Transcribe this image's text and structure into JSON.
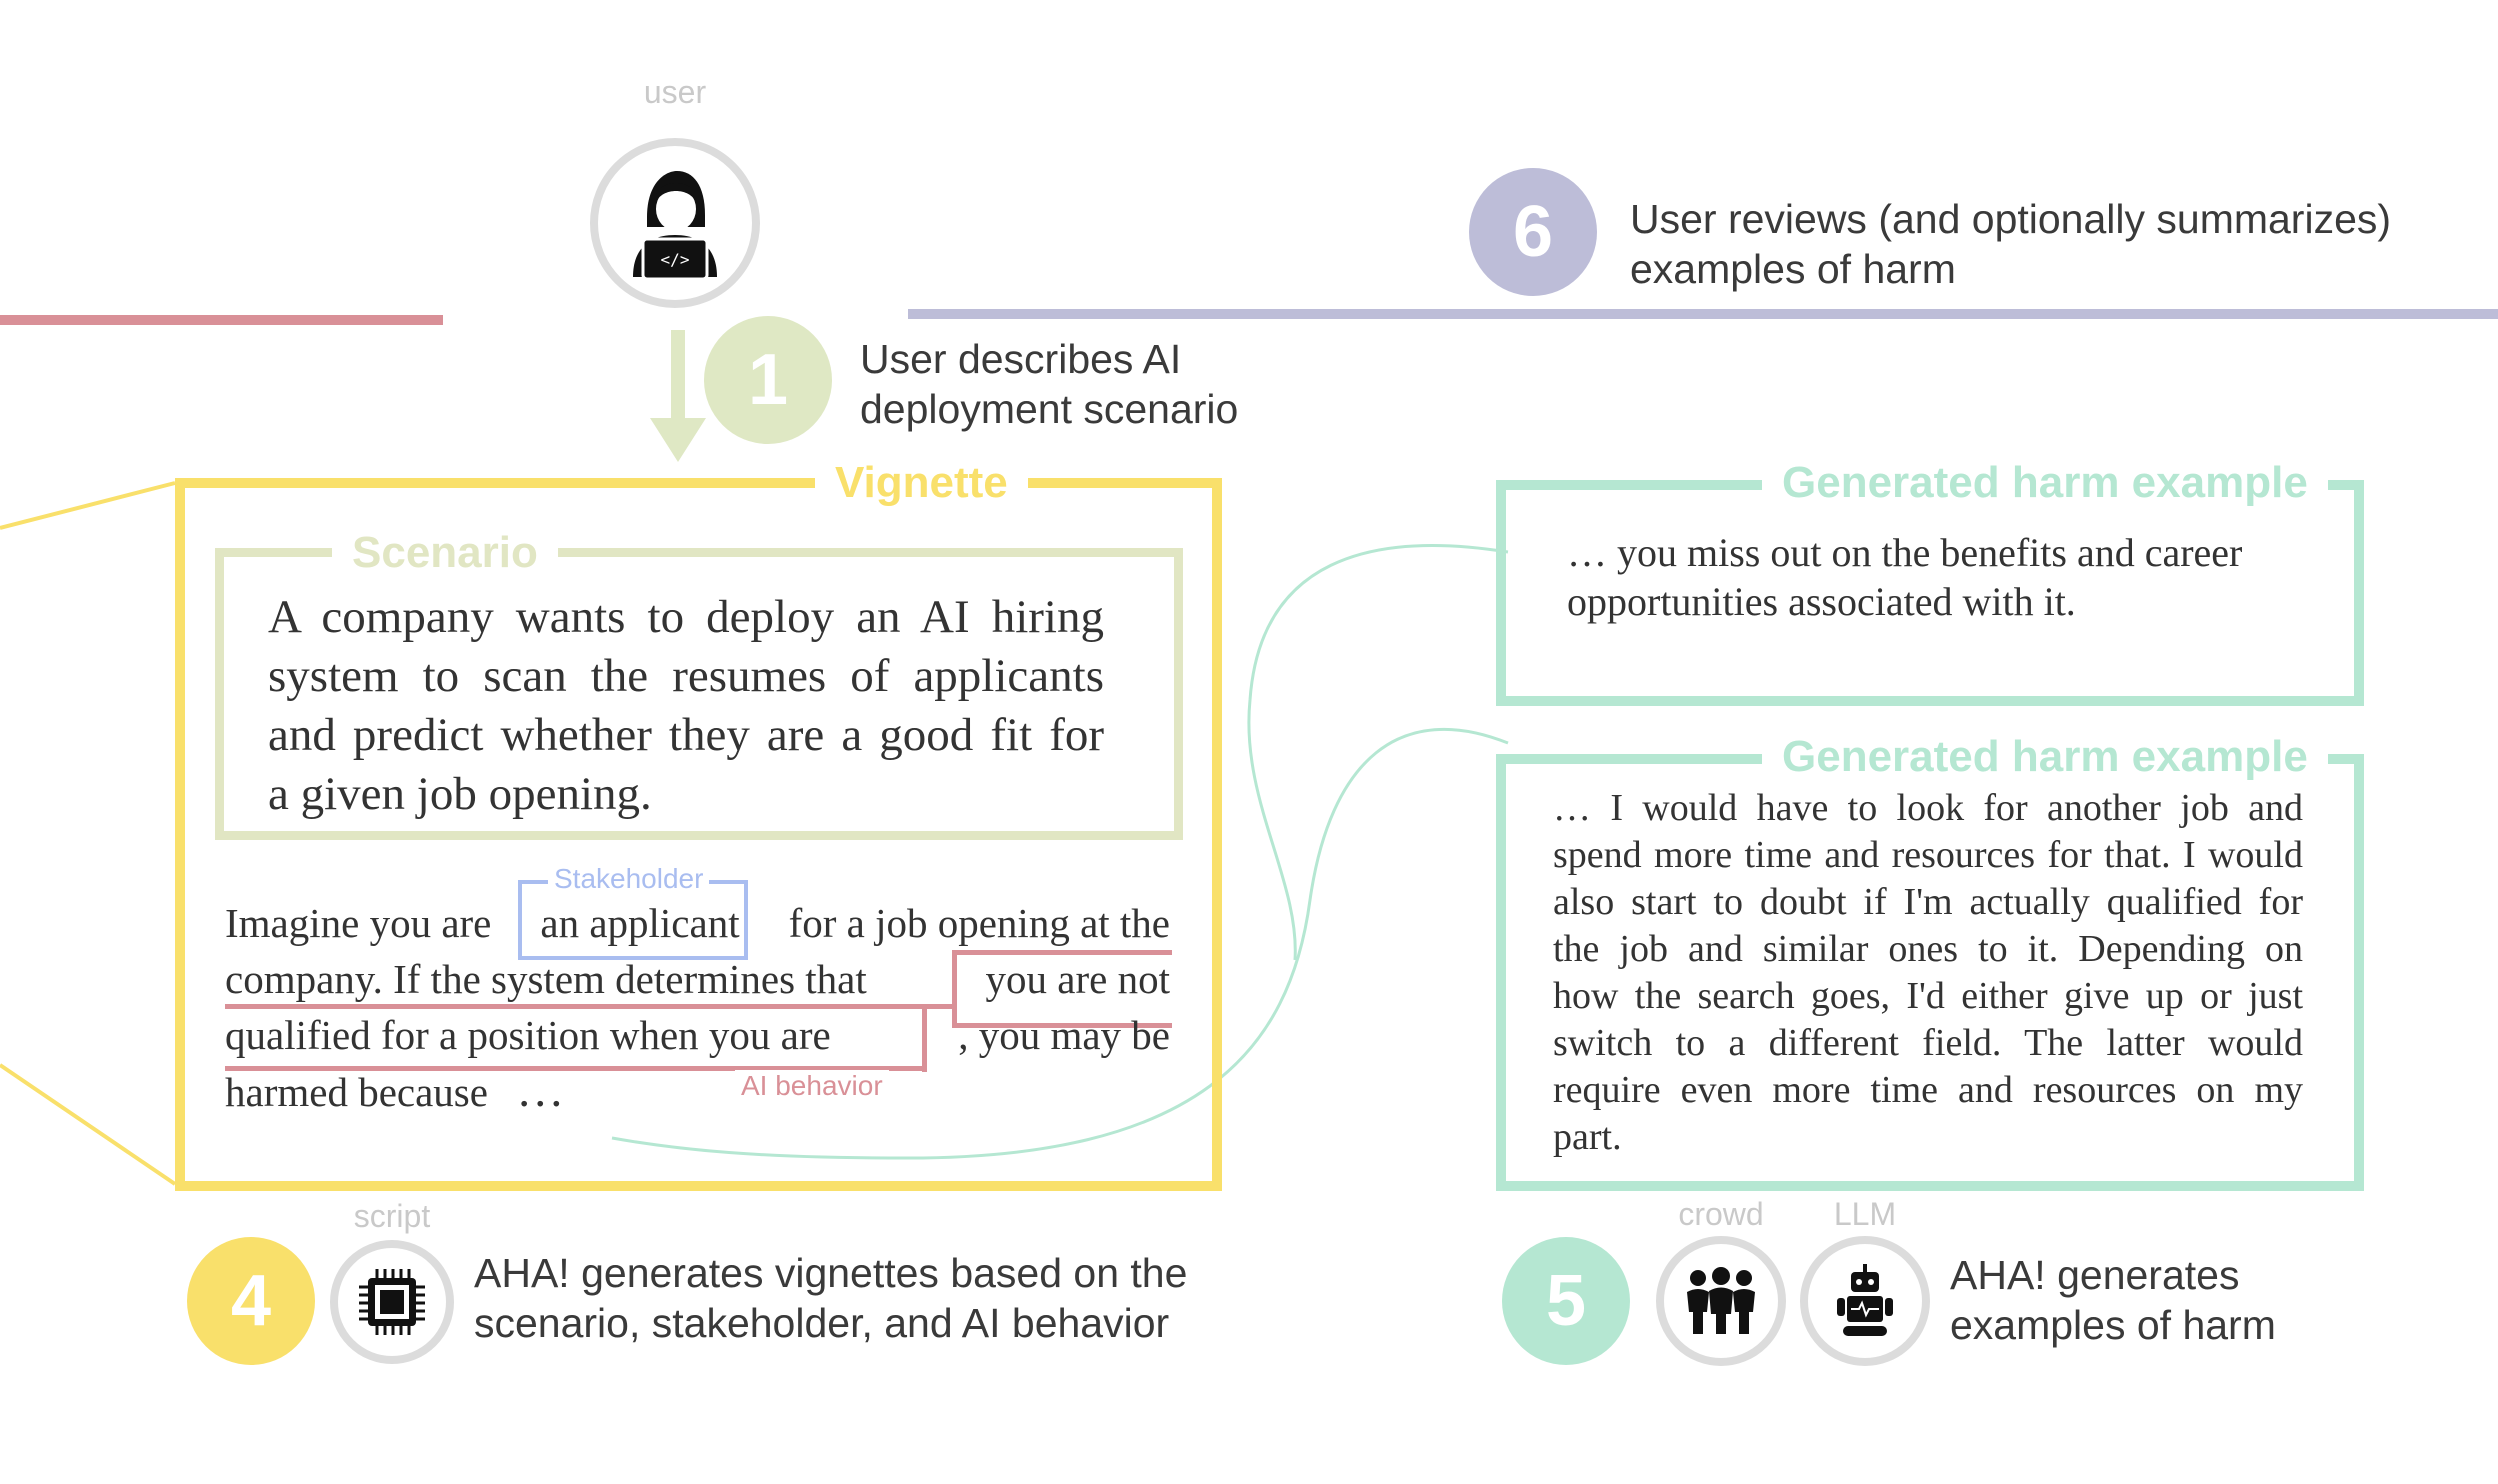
{
  "user_label": "user",
  "script_label": "script",
  "crowd_label": "crowd",
  "llm_label": "LLM",
  "steps": {
    "s1": {
      "number": "1",
      "text_line1": "User describes AI",
      "text_line2": "deployment scenario"
    },
    "s4": {
      "number": "4",
      "text_line1": "AHA! generates vignettes based on the",
      "text_line2": "scenario, stakeholder, and AI behavior"
    },
    "s5": {
      "number": "5",
      "text_line1": "AHA! generates",
      "text_line2": "examples of harm"
    },
    "s6": {
      "number": "6",
      "text_line1": "User reviews (and optionally summarizes)",
      "text_line2": "examples of harm"
    }
  },
  "vignette": {
    "title": "Vignette",
    "scenario_title": "Scenario",
    "scenario_lines": [
      "A company wants to deploy an AI hiring",
      "system to scan the resumes of applicants",
      "and predict whether they are a good fit for",
      "a given job opening."
    ],
    "stakeholder_tag": "Stakeholder",
    "ai_behavior_tag": "AI behavior",
    "line1": {
      "a": "Imagine you are",
      "b": "an applicant",
      "c": "for a job opening at the"
    },
    "line2": {
      "a": "company. If the system determines that",
      "b": "you are not"
    },
    "line3": {
      "a": "qualified for a position when you are",
      "b": ", you may be"
    },
    "line4": {
      "a": "harmed because",
      "b": "…"
    }
  },
  "harm_examples": [
    {
      "title": "Generated harm example",
      "lines": [
        "… you miss out on the benefits and career",
        "opportunities associated with it."
      ]
    },
    {
      "title": "Generated harm example",
      "lines": [
        "… I would have to look for another job and",
        "spend more time and resources for that. I would",
        "also start to doubt if I'm actually qualified for",
        "the job and similar ones to it. Depending on",
        "how the search goes, I'd either give up or just",
        "switch to a different field. The latter would",
        "require even more time and resources on my",
        "part."
      ]
    }
  ],
  "colors": {
    "step1": "#dfe8c4",
    "step4": "#f9e06b",
    "step5": "#b5e7d2",
    "step6": "#bdbdd8",
    "vignette_frame": "#f9e06b",
    "scenario_frame": "#e1e6c3",
    "harm_frame": "#b5e7d2",
    "stakeholder": "#a9bdf0",
    "ai_behavior": "#d99097",
    "left_red_line": "#d99097",
    "purple_line": "#bdbdd8"
  },
  "icons": {
    "user": "user-laptop-icon",
    "script": "cpu-chip-icon",
    "crowd": "crowd-people-icon",
    "llm": "robot-icon"
  }
}
